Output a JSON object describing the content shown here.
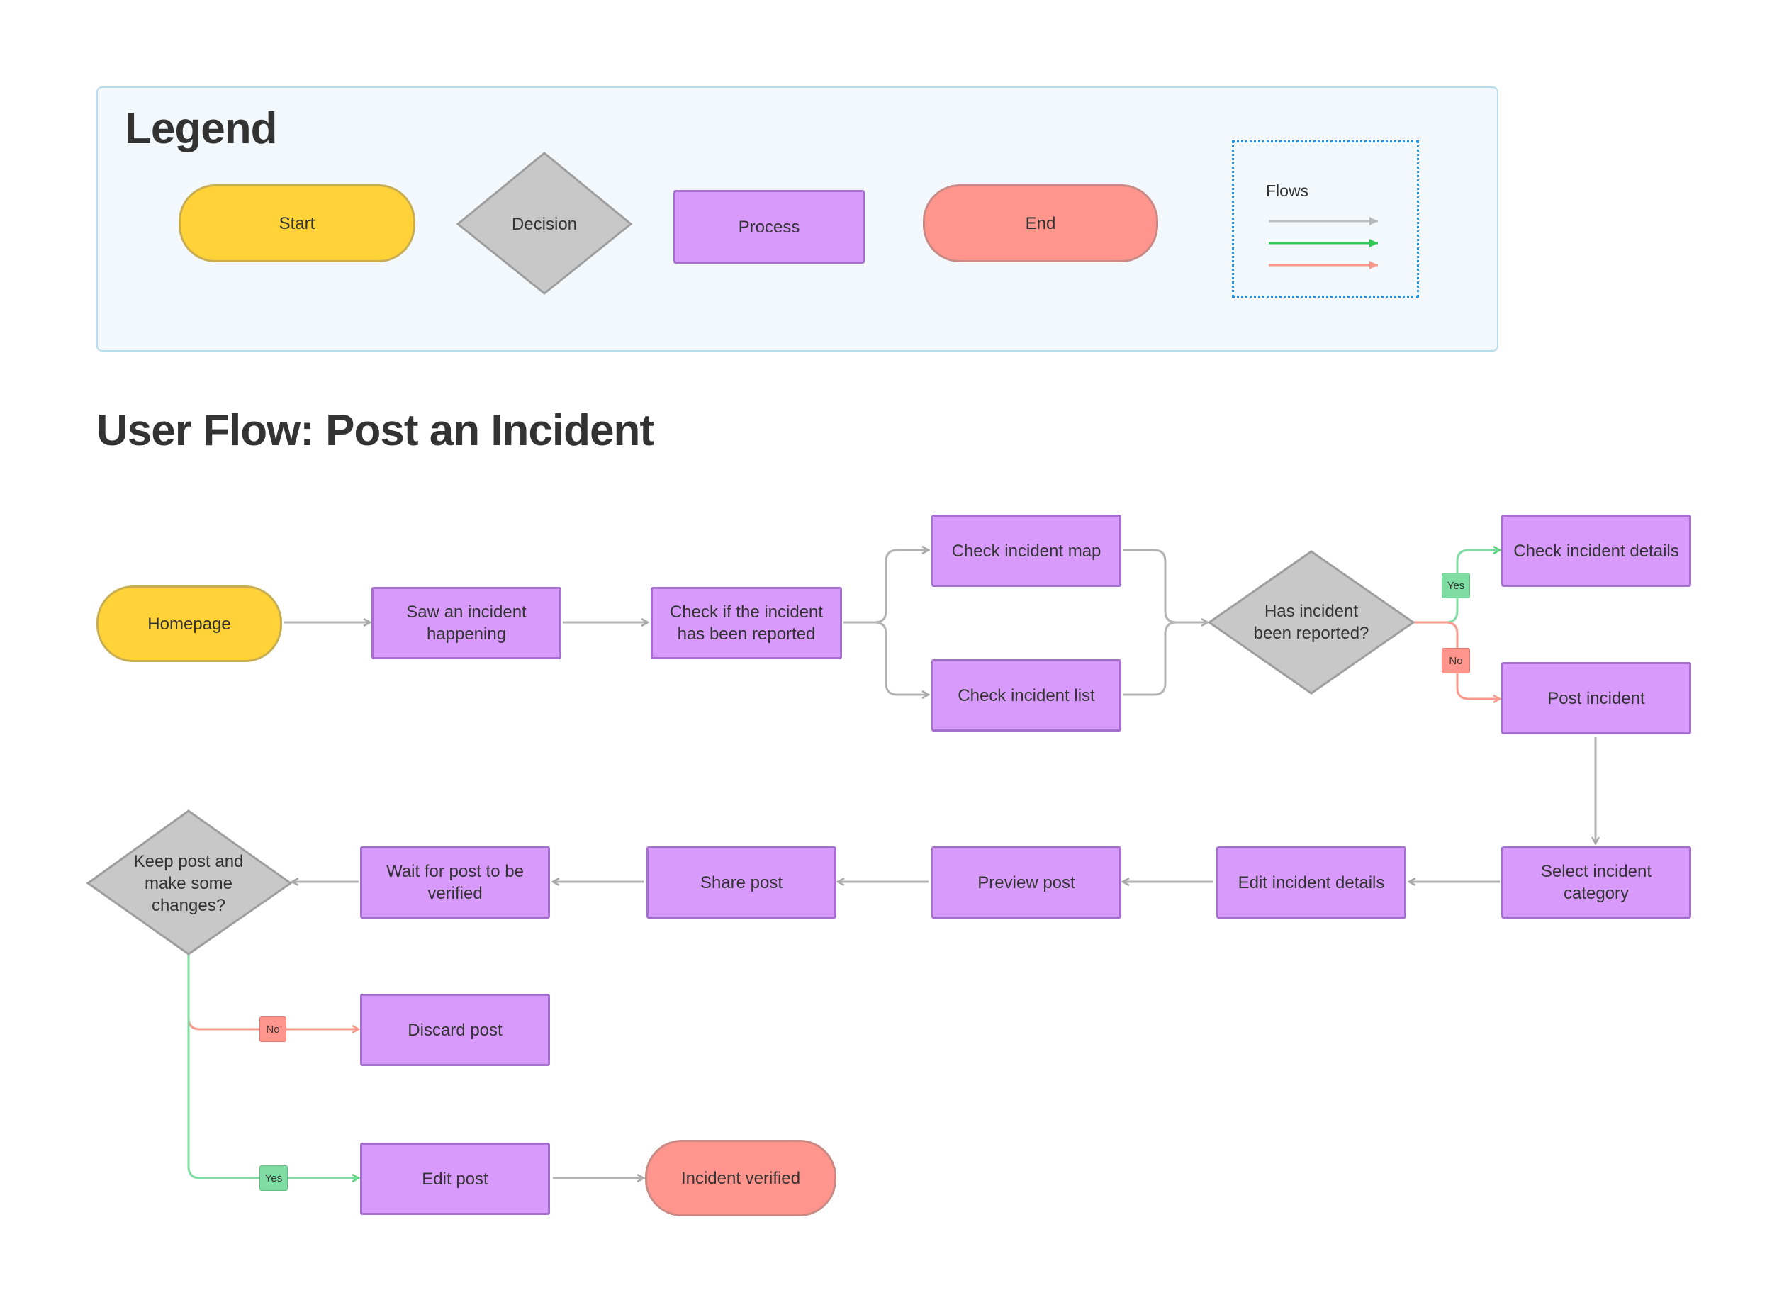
{
  "legend": {
    "title": "Legend",
    "start_label": "Start",
    "decision_label": "Decision",
    "process_label": "Process",
    "end_label": "End",
    "flows_label": "Flows"
  },
  "flow_title": "User Flow: Post an Incident",
  "nodes": {
    "homepage": "Homepage",
    "saw_incident": "Saw an incident happening",
    "check_reported": "Check if the incident has been reported",
    "check_map": "Check incident map",
    "check_list": "Check incident list",
    "has_been_reported": "Has incident been reported?",
    "check_details": "Check incident details",
    "post_incident": "Post incident",
    "select_category": "Select incident category",
    "edit_details": "Edit incident details",
    "preview_post": "Preview post",
    "share_post": "Share post",
    "wait_verified": "Wait for post to be verified",
    "keep_post": "Keep post and make some changes?",
    "discard_post": "Discard post",
    "edit_post": "Edit post",
    "incident_verified": "Incident verified"
  },
  "tags": {
    "yes": "Yes",
    "no": "No"
  },
  "colors": {
    "start": "#ffd337",
    "process": "#d89bfb",
    "decision": "#c8c8c8",
    "end": "#ff958d",
    "flow_default": "#b3b3b3",
    "flow_yes": "#5cd37a",
    "flow_no": "#f79a8c"
  }
}
